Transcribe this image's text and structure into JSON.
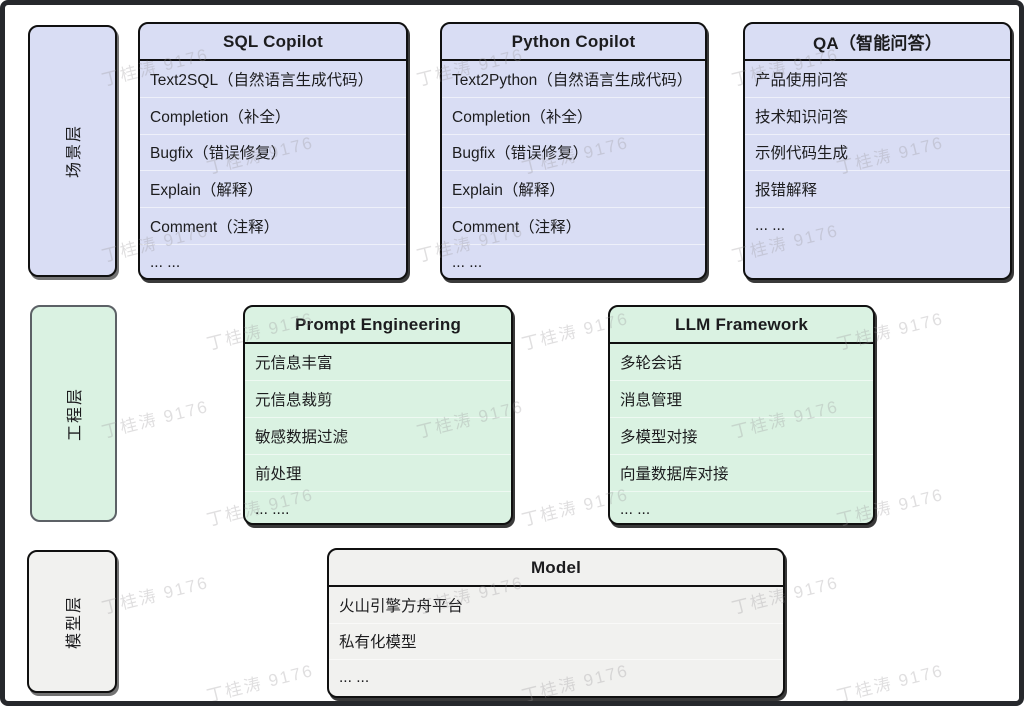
{
  "watermark": {
    "text": "丁桂涛 9176"
  },
  "colors": {
    "scenario_fill": "#d9ddf4",
    "engineering_fill": "#daf2e2",
    "model_fill": "#f1f1ef",
    "box_border": "#101010",
    "engineering_label_border": "#5c6166",
    "frame_border": "#26282c"
  },
  "layers": [
    {
      "label": "场景层",
      "boxes": [
        {
          "title": "SQL Copilot",
          "items": [
            "Text2SQL（自然语言生成代码）",
            "Completion（补全）",
            "Bugfix（错误修复）",
            "Explain（解释）",
            "Comment（注释）",
            "... ..."
          ]
        },
        {
          "title": "Python Copilot",
          "items": [
            "Text2Python（自然语言生成代码）",
            "Completion（补全）",
            "Bugfix（错误修复）",
            "Explain（解释）",
            "Comment（注释）",
            "... ..."
          ]
        },
        {
          "title": "QA（智能问答）",
          "items": [
            "产品使用问答",
            "技术知识问答",
            "示例代码生成",
            "报错解释",
            "... ..."
          ]
        }
      ]
    },
    {
      "label": "工程层",
      "boxes": [
        {
          "title": "Prompt Engineering",
          "items": [
            "元信息丰富",
            "元信息裁剪",
            "敏感数据过滤",
            "前处理",
            "... ...."
          ]
        },
        {
          "title": "LLM Framework",
          "items": [
            "多轮会话",
            "消息管理",
            "多模型对接",
            "向量数据库对接",
            "... ..."
          ]
        }
      ]
    },
    {
      "label": "模型层",
      "boxes": [
        {
          "title": "Model",
          "items": [
            "火山引擎方舟平台",
            "私有化模型",
            "... ..."
          ]
        }
      ]
    }
  ]
}
